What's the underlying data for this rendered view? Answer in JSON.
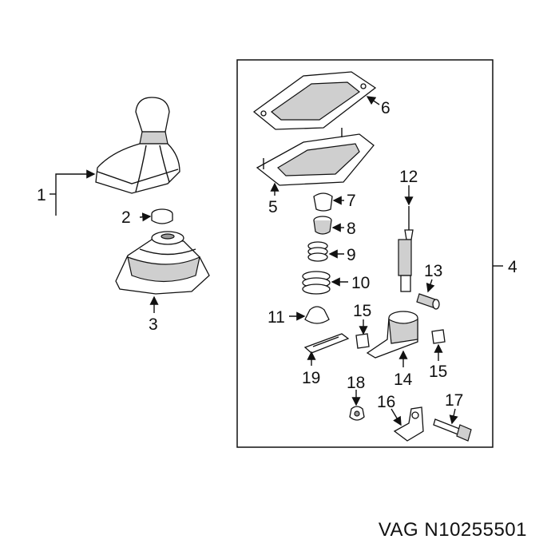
{
  "callouts": {
    "c1": "1",
    "c2": "2",
    "c3": "3",
    "c4": "4",
    "c5": "5",
    "c6": "6",
    "c7": "7",
    "c8": "8",
    "c9": "9",
    "c10": "10",
    "c11": "11",
    "c12": "12",
    "c13": "13",
    "c14": "14",
    "c15a": "15",
    "c15b": "15",
    "c16": "16",
    "c17": "17",
    "c18": "18",
    "c19": "19"
  },
  "caption": "VAG N10255501"
}
